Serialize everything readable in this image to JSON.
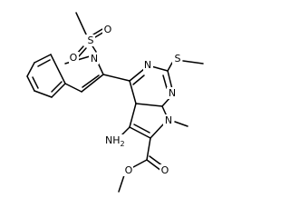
{
  "atoms": {
    "s_sulfonyl": "S",
    "o_sulfonyl_left": "O",
    "o_sulfonyl_right": "O",
    "n_indole": "N",
    "s_thio": "S",
    "n_pyrimidine_top": "N",
    "n_pyrimidine_right": "N",
    "n_pyrrole": "N",
    "amino_nh": "NH",
    "amino_sub": "2",
    "o_carbonyl": "O",
    "o_ester": "O"
  },
  "colors": {
    "bond": "#000000",
    "text": "#000000",
    "background": "#ffffff"
  }
}
